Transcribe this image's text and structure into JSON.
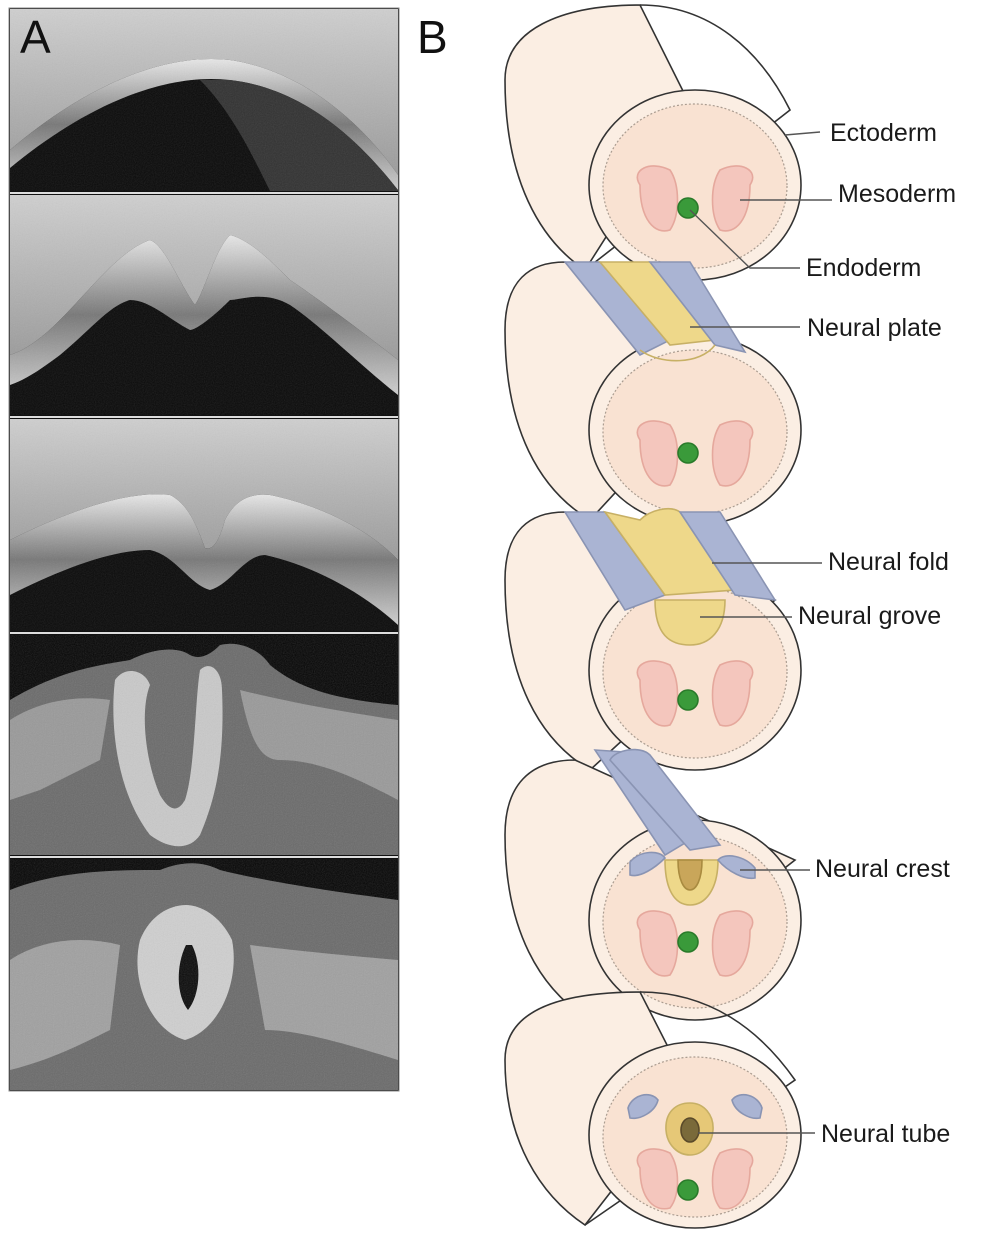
{
  "panels": {
    "a": "A",
    "b": "B"
  },
  "labels": {
    "ectoderm": "Ectoderm",
    "mesoderm": "Mesoderm",
    "endoderm": "Endoderm",
    "neural_plate": "Neural plate",
    "neural_fold": "Neural fold",
    "neural_grove": "Neural grove",
    "neural_crest": "Neural crest",
    "neural_tube": "Neural tube"
  },
  "colors": {
    "cylinder": "#fbeee3",
    "face": "#f9e2d2",
    "mesoderm": "#f4c6bd",
    "endoderm": "#3a9a3a",
    "ectoderm_fold": "#aab4d3",
    "neural_plate": "#eed88a",
    "outline": "#333333"
  }
}
